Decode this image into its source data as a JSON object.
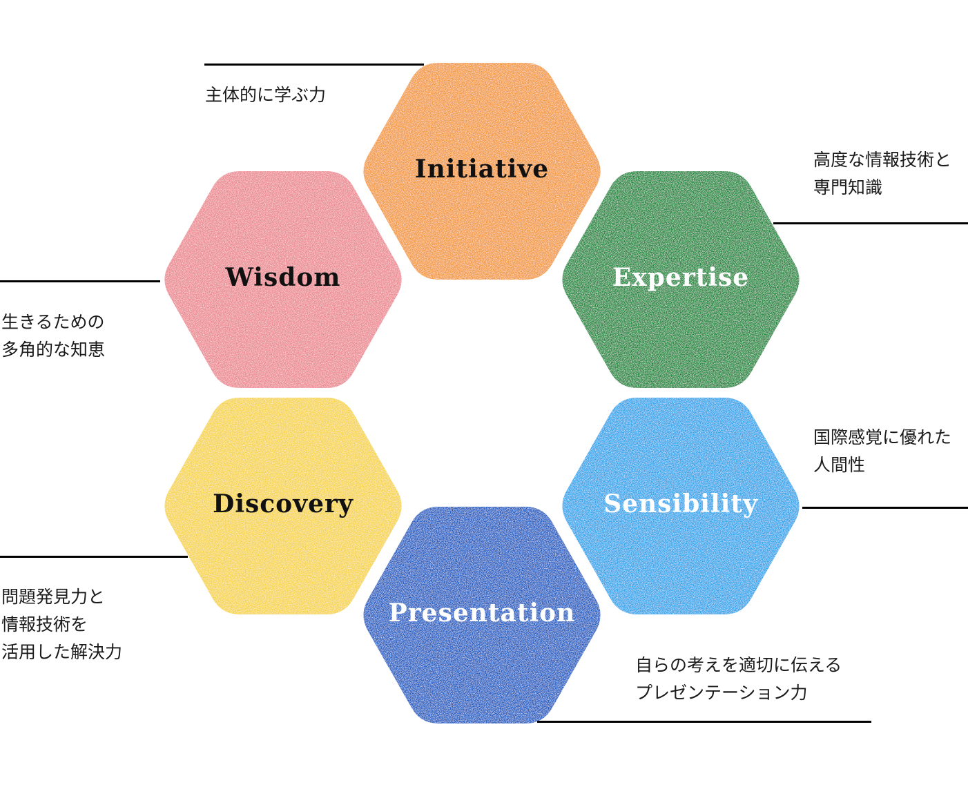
{
  "diagram": {
    "hexagons": [
      {
        "id": "initiative",
        "label": "Initiative",
        "color": "#f39a3c",
        "label_color": "#111111"
      },
      {
        "id": "expertise",
        "label": "Expertise",
        "color": "#1a8a3e",
        "label_color": "#ffffff"
      },
      {
        "id": "wisdom",
        "label": "Wisdom",
        "color": "#ec8a92",
        "label_color": "#111111"
      },
      {
        "id": "discovery",
        "label": "Discovery",
        "color": "#f6d44a",
        "label_color": "#111111"
      },
      {
        "id": "sensibility",
        "label": "Sensibility",
        "color": "#2ea6ec",
        "label_color": "#ffffff"
      },
      {
        "id": "presentation",
        "label": "Presentation",
        "color": "#1f5fc4",
        "label_color": "#ffffff"
      }
    ],
    "descriptions": {
      "initiative": [
        "主体的に学ぶ力"
      ],
      "expertise": [
        "高度な情報技術と",
        "専門知識"
      ],
      "wisdom": [
        "生きるための",
        "多角的な知恵"
      ],
      "discovery": [
        "問題発見力と",
        "情報技術を",
        "活用した解決力"
      ],
      "sensibility": [
        "国際感覚に優れた",
        "人間性"
      ],
      "presentation": [
        "自らの考えを適切に伝える",
        "プレゼンテーション力"
      ]
    }
  }
}
